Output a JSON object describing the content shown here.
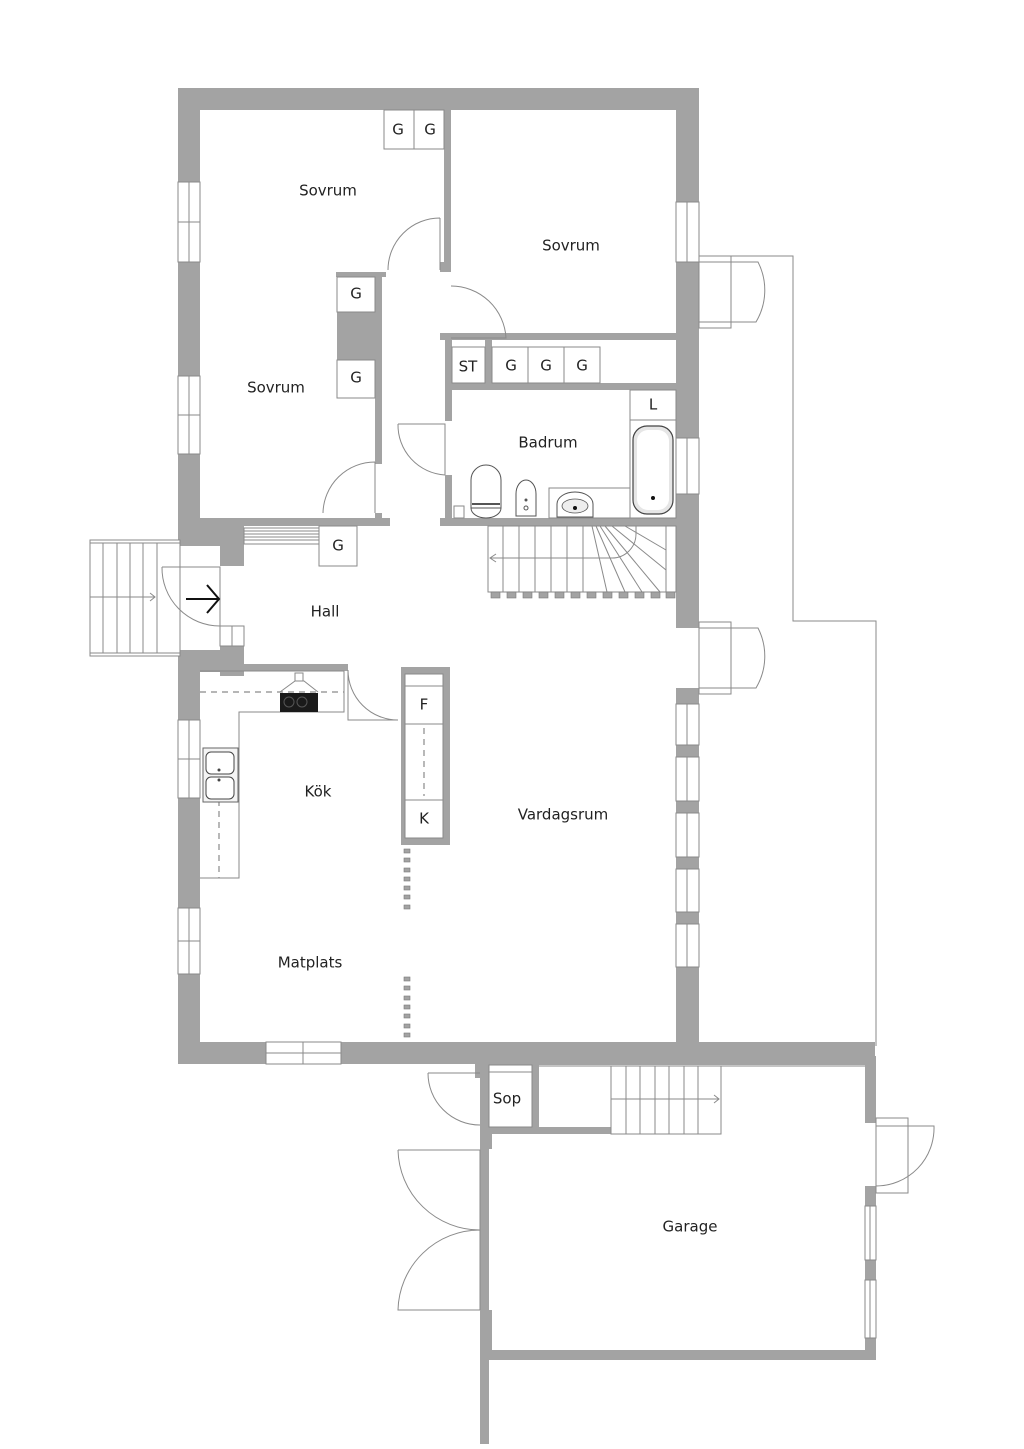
{
  "floorplan": {
    "rooms": {
      "sovrum_top_left": "Sovrum",
      "sovrum_top_right": "Sovrum",
      "sovrum_left": "Sovrum",
      "badrum": "Badrum",
      "hall": "Hall",
      "kok": "Kök",
      "vardagsrum": "Vardagsrum",
      "matplats": "Matplats",
      "sop": "Sop",
      "garage": "Garage"
    },
    "closets": {
      "g1": "G",
      "g2": "G",
      "g3": "G",
      "g4": "G",
      "g5": "G",
      "g6": "G",
      "g7": "G",
      "g8": "G",
      "st": "ST",
      "l": "L",
      "f": "F",
      "k": "K"
    },
    "colors": {
      "wall": "#a3a3a3",
      "line": "#8a8a8a",
      "background": "#ffffff"
    }
  }
}
